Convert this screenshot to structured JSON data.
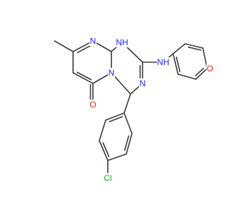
{
  "figure": {
    "kind": "skeletal chemical structure",
    "colors": {
      "background": "#ffffff",
      "bond": "#3b3b3b",
      "carbon_text": "#3b3b3b",
      "nitrogen": "#2323ff",
      "oxygen": "#ff2020",
      "chlorine": "#1fb01f"
    },
    "atom_labels": {
      "methyl_n": "N",
      "nh_ring": "NH",
      "n_imine": "N",
      "n_bridge": "N",
      "nh_amine": "NH",
      "ketone_o": "O",
      "ether_o": "O",
      "chlorine": "Cl"
    }
  }
}
